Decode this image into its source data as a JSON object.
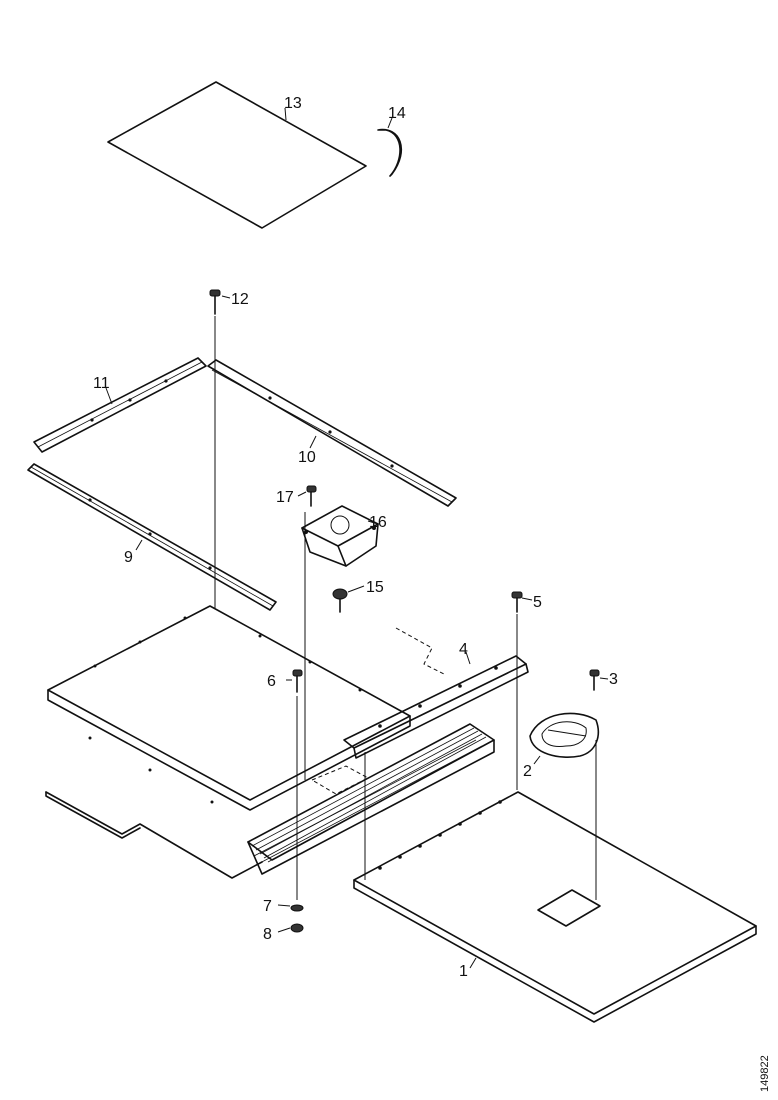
{
  "callouts": {
    "c1": "1",
    "c2": "2",
    "c3": "3",
    "c4": "4",
    "c5": "5",
    "c6": "6",
    "c7": "7",
    "c8": "8",
    "c9": "9",
    "c10": "10",
    "c11": "11",
    "c12": "12",
    "c13": "13",
    "c14": "14",
    "c15": "15",
    "c16": "16",
    "c17": "17"
  },
  "figure_code": "149822"
}
